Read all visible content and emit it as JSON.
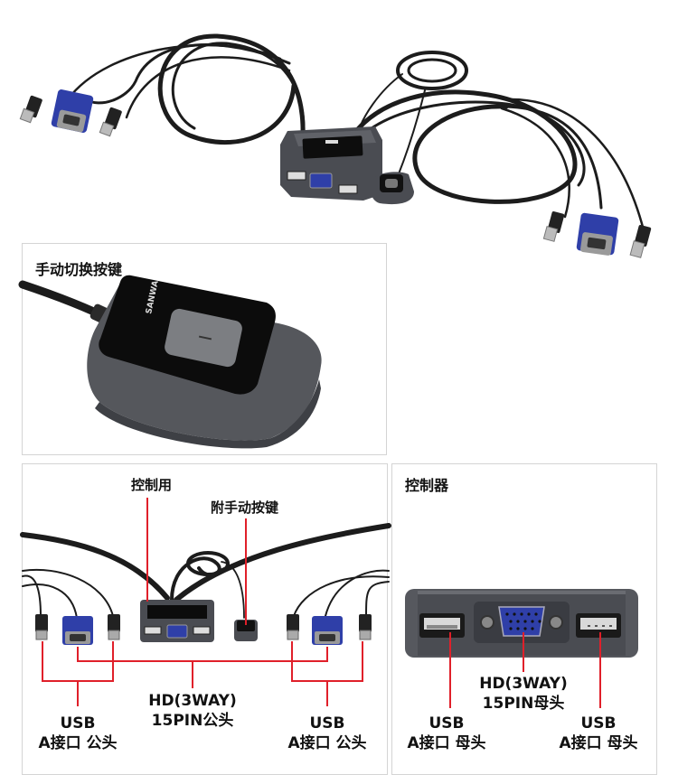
{
  "hero": {
    "alt": "2-port USB KVM switch with integrated cables and remote switch button"
  },
  "panels": {
    "switch_button": {
      "title": "手动切换按键",
      "brand": "SANWA"
    },
    "cables": {
      "label_control": "控制用",
      "label_button": "附手动按键",
      "label_hd_line1": "HD(3WAY)",
      "label_hd_line2": "15PIN公头",
      "label_usb_left_line1": "USB",
      "label_usb_left_line2": "A接口 公头",
      "label_usb_right_line1": "USB",
      "label_usb_right_line2": "A接口 公头"
    },
    "controller": {
      "title": "控制器",
      "label_hd_line1": "HD(3WAY)",
      "label_hd_line2": "15PIN母头",
      "label_usb_left_line1": "USB",
      "label_usb_left_line2": "A接口 母头",
      "label_usb_right_line1": "USB",
      "label_usb_right_line2": "A接口 母头"
    }
  },
  "colors": {
    "callout_line": "#e0202a",
    "vga_blue": "#2f3fa8",
    "device_body": "#4a4c52",
    "cable": "#1c1c1c",
    "panel_border": "#d4d4d4"
  }
}
